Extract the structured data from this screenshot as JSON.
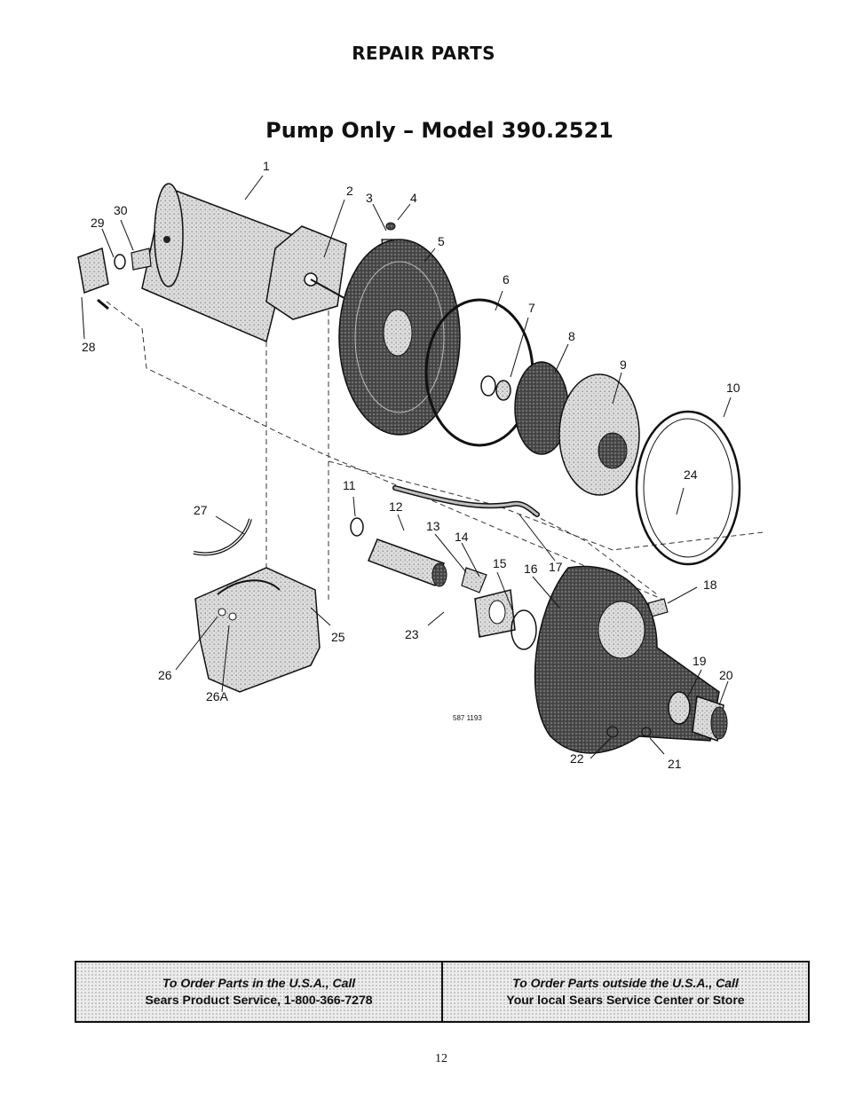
{
  "header": {
    "title": "REPAIR PARTS",
    "subtitle": "Pump Only – Model 390.2521"
  },
  "diagram": {
    "drawing_code": "587 1193",
    "callouts": [
      "1",
      "2",
      "3",
      "4",
      "5",
      "6",
      "7",
      "8",
      "9",
      "10",
      "11",
      "12",
      "13",
      "14",
      "15",
      "16",
      "17",
      "18",
      "19",
      "20",
      "21",
      "22",
      "23",
      "24",
      "25",
      "26",
      "26A",
      "27",
      "28",
      "29",
      "30"
    ]
  },
  "order_info": {
    "usa": {
      "line1": "To Order Parts in the U.S.A., Call",
      "line2": "Sears Product Service, 1-800-366-7278"
    },
    "outside": {
      "line1": "To Order Parts outside the U.S.A., Call",
      "line2": "Your local Sears Service Center or Store"
    }
  },
  "footer": {
    "page_number": "12"
  }
}
